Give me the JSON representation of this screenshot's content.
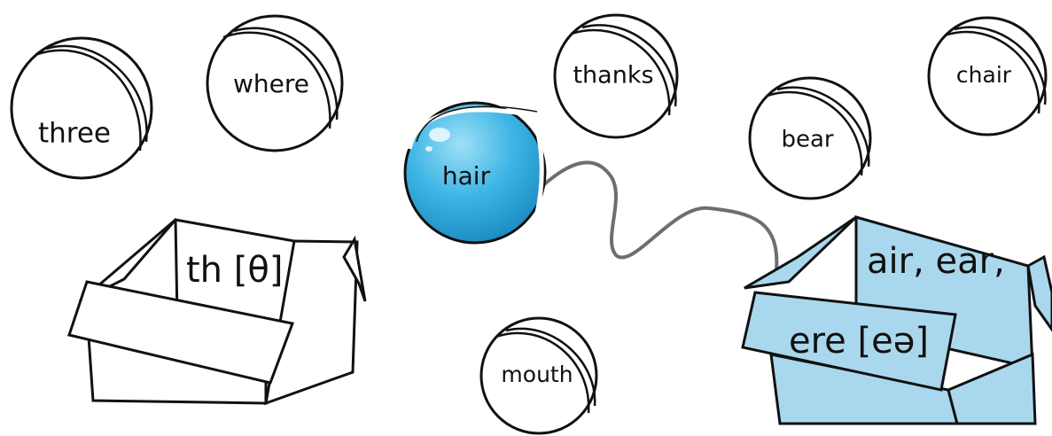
{
  "colors": {
    "ink": "#111111",
    "highlight_ball": "#3bb4e4",
    "highlight_box": "#a9d8ee",
    "string": "#6e6e6e"
  },
  "balls": [
    {
      "word": "three",
      "highlighted": false
    },
    {
      "word": "where",
      "highlighted": false
    },
    {
      "word": "thanks",
      "highlighted": false
    },
    {
      "word": "chair",
      "highlighted": false
    },
    {
      "word": "bear",
      "highlighted": false
    },
    {
      "word": "hair",
      "highlighted": true
    },
    {
      "word": "mouth",
      "highlighted": false
    }
  ],
  "boxes": {
    "th": {
      "label": "th [θ]"
    },
    "air": {
      "label_line1": "air, ear,",
      "label_line2": "ere [eə]"
    }
  }
}
